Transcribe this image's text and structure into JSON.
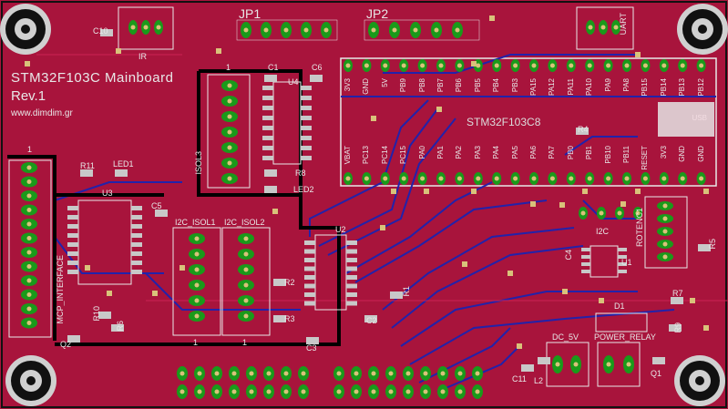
{
  "board": {
    "title": "STM32F103C Mainboard",
    "revision": "Rev.1",
    "website": "www.dimdim.gr",
    "colors": {
      "board": "#a8143c",
      "trace_blue": "#2222aa",
      "pad_green": "#1a9a1a",
      "silk": "#e8e8e8",
      "outline": "#000000"
    }
  },
  "headers": {
    "jp1": "JP1",
    "jp2": "JP2",
    "uart": "UART",
    "ir": "IR"
  },
  "mcu": {
    "name": "STM32F103C8",
    "usb": "USB",
    "top_pins": [
      "3V3",
      "GND",
      "5V",
      "PB9",
      "PB8",
      "PB7",
      "PB6",
      "PB5",
      "PB4",
      "PB3",
      "PA15",
      "PA12",
      "PA11",
      "PA10",
      "PA9",
      "PA8",
      "PB15",
      "PB14",
      "PB13",
      "PB12"
    ],
    "bottom_pins": [
      "VBAT",
      "PC13",
      "PC14",
      "PC15",
      "PA0",
      "PA1",
      "PA2",
      "PA3",
      "PA4",
      "PA5",
      "PA6",
      "PA7",
      "PB0",
      "PB1",
      "PB10",
      "PB11",
      "RESET",
      "3V3",
      "GND",
      "GND"
    ]
  },
  "parts": {
    "c1": "C1",
    "c2": "C2",
    "c3": "C3",
    "c4": "C4",
    "c5": "C5",
    "c6": "C6",
    "c10": "C10",
    "c11": "C11",
    "r1": "R1",
    "r2": "R2",
    "r3": "R3",
    "r4": "R4",
    "r5": "R5",
    "r6": "R6",
    "r7": "R7",
    "r8": "R8",
    "r9": "R9",
    "r10": "R10",
    "r11": "R11",
    "u1": "U1",
    "u2": "U2",
    "u3": "U3",
    "u4": "U4",
    "q1": "Q1",
    "q2": "Q2",
    "d1": "D1",
    "l2": "L2",
    "led1": "LED1",
    "led2": "LED2",
    "isol3": "ISOL3",
    "i2c_isol1": "I2C_ISOL1",
    "i2c_isol2": "I2C_ISOL2",
    "mcp_interface": "MCP_INTERFACE",
    "i2c": "I2C",
    "rotenc1": "ROTENC1",
    "dc_5v": "DC_5V",
    "power_relay": "POWER_RELAY",
    "pin1": "1"
  }
}
